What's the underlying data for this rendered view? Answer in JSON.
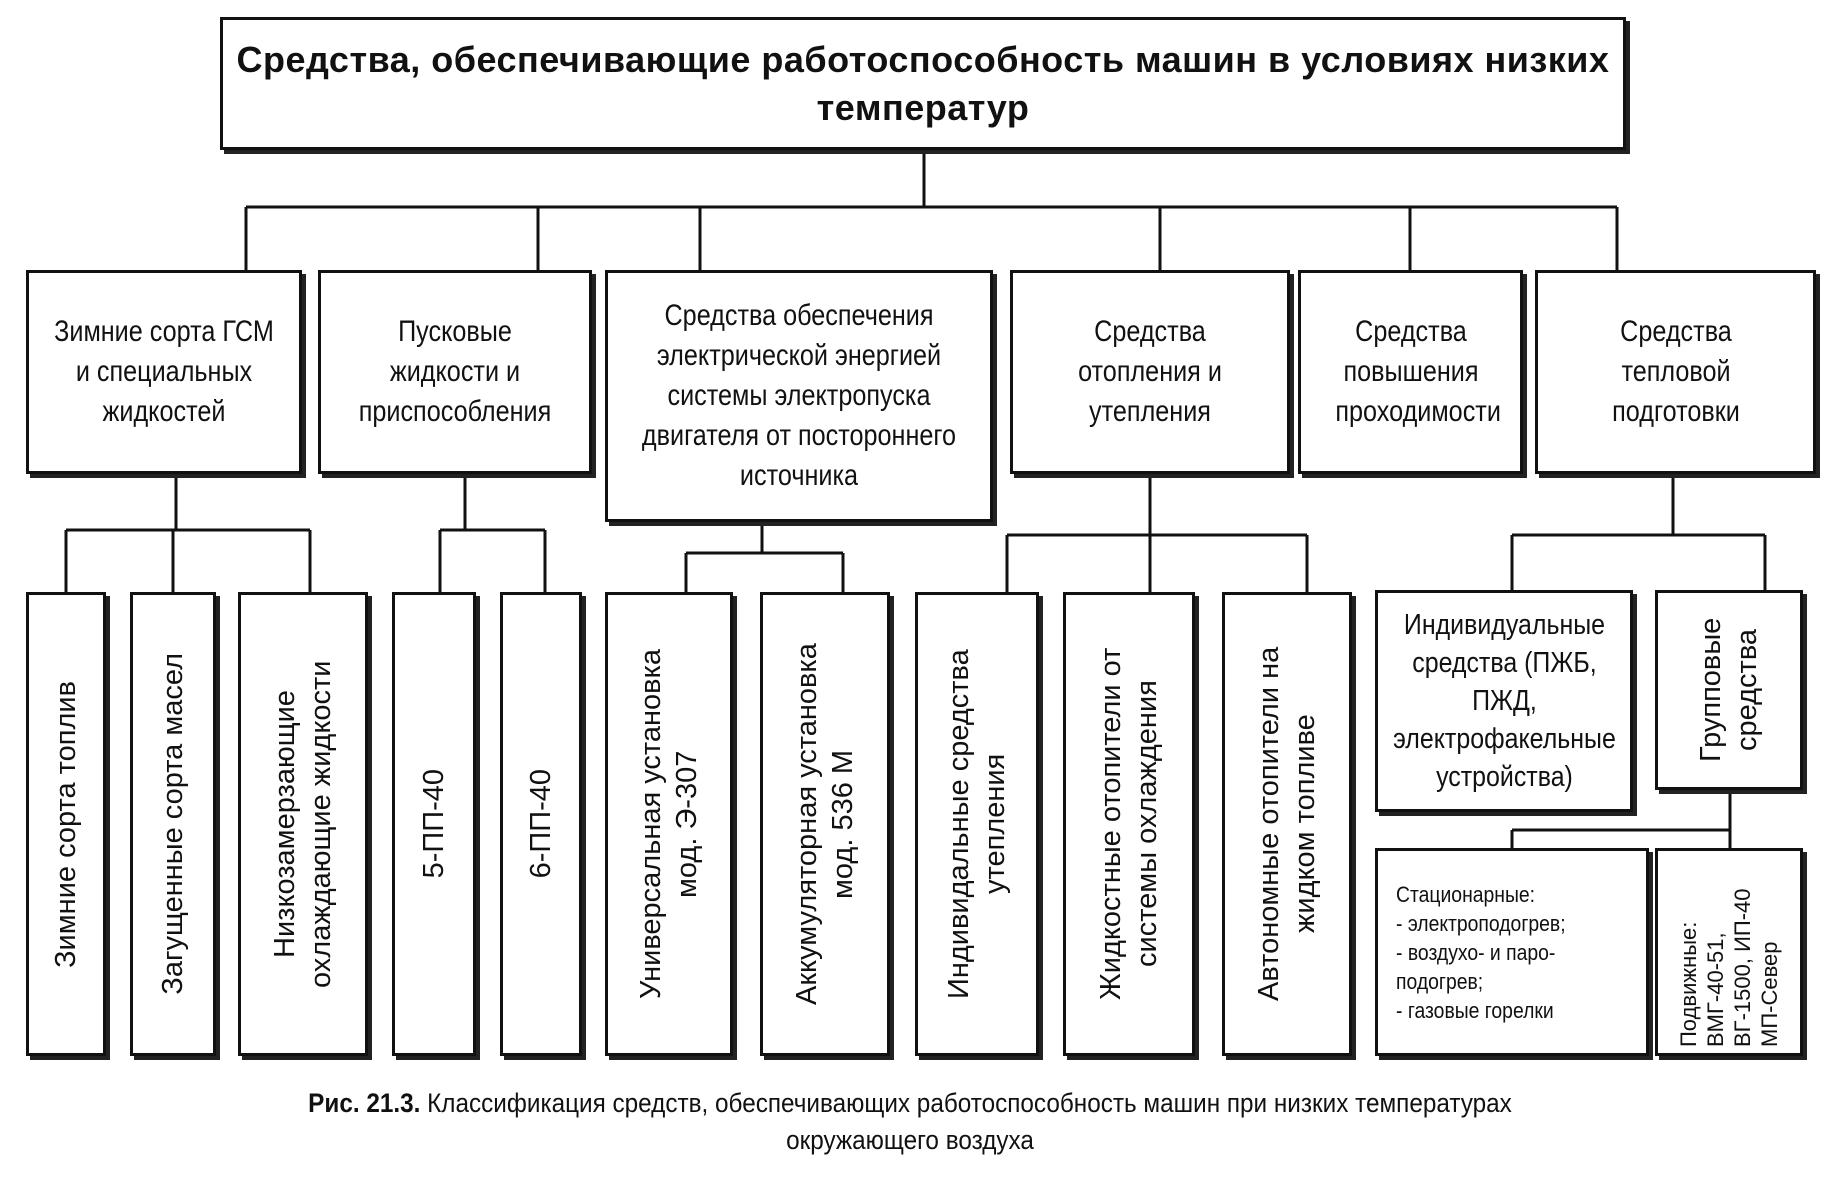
{
  "title": "Средства, обеспечивающие работоспособность машин в условиях низких температур",
  "categories": [
    {
      "label": "Зимние сорта ГСМ и специальных жидкостей"
    },
    {
      "label": "Пусковые жидкости и приспособления"
    },
    {
      "label": "Средства обеспечения электрической энергией системы электропуска двигателя от постороннего источника"
    },
    {
      "label": "Средства отопления и утепления"
    },
    {
      "label": "Средства повышения проходимости"
    },
    {
      "label": "Средства тепловой подготовки"
    }
  ],
  "leaves": {
    "gsm": [
      "Зимние сорта топлив",
      "Загущенные сорта масел",
      "Низкозамерзающие охлаждающие жидкости"
    ],
    "pusk": [
      "5-ПП-40",
      "6-ПП-40"
    ],
    "elec": [
      "Универсальная установка мод. Э-307",
      "Аккумуляторная установка мод. 536 М"
    ],
    "heat": [
      "Индивидальные средства утепления",
      "Жидкостные отопители от системы охлаждения",
      "Автономные отопители на жидком топливе"
    ]
  },
  "thermal": {
    "individual": "Индивидуальные средства (ПЖБ, ПЖД, электрофакельные устройства)",
    "group": "Групповые средства",
    "stationary": {
      "title": "Стационарные:",
      "items": [
        "- электроподогрев;",
        "- воздухо- и паро-подогрев;",
        "- газовые горелки"
      ]
    },
    "mobile": "Подвижные: ВМГ-40-51, ВГ-1500, ИП-40 МП-Север"
  },
  "caption": {
    "label": "Рис. 21.3.",
    "text": "Классификация средств, обеспечивающих работоспособность машин при низких температурах окружающего воздуха"
  }
}
